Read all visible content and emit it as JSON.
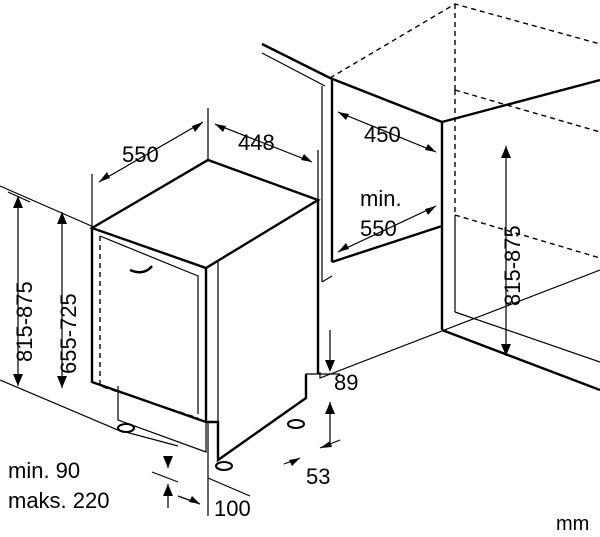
{
  "dimensions": {
    "width_left": "550",
    "depth_top": "448",
    "niche_width": "450",
    "niche_depth_min": "min.",
    "niche_depth_value": "550",
    "niche_height": "815-875",
    "height_outer": "815-875",
    "height_inner": "655-725",
    "plinth_height": "89",
    "plinth_recess": "53",
    "toe_min": "min. 90",
    "toe_max": "maks. 220",
    "toe_depth": "100"
  },
  "unit": "mm",
  "icons": {
    "appliance": "dishwasher-outline",
    "cabinet": "cabinet-niche-outline"
  }
}
